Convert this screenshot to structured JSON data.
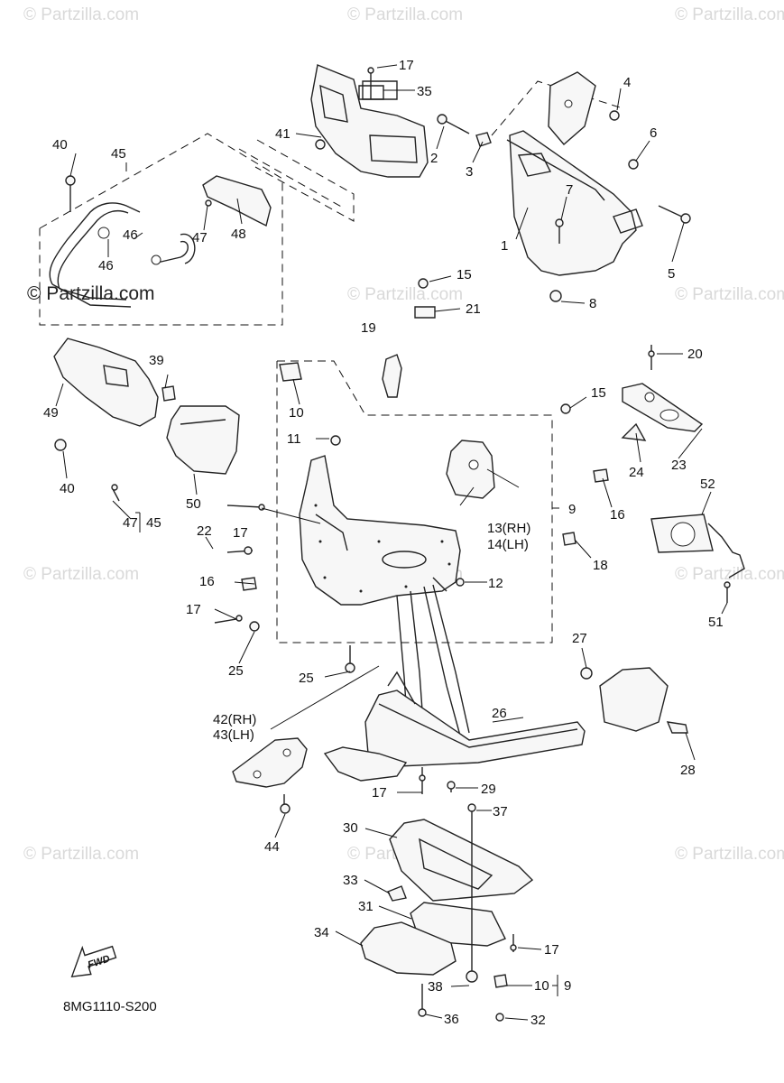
{
  "watermark": {
    "brand": "© Partzilla.com",
    "logo": "© Partzilla.com"
  },
  "diagram_code": "8MG1110-S200",
  "fwd_label": "FWD",
  "callouts": {
    "c1": "1",
    "c2": "2",
    "c3": "3",
    "c4": "4",
    "c5": "5",
    "c6": "6",
    "c7": "7",
    "c8": "8",
    "c9a": "9",
    "c9b": "9",
    "c10a": "10",
    "c10b": "10",
    "c11": "11",
    "c12": "12",
    "c13": "13(RH)",
    "c14": "14(LH)",
    "c15a": "15",
    "c15b": "15",
    "c16a": "16",
    "c16b": "16",
    "c17a": "17",
    "c17b": "17",
    "c17c": "17",
    "c17d": "17",
    "c17e": "17",
    "c18": "18",
    "c19": "19",
    "c20": "20",
    "c21": "21",
    "c22": "22",
    "c23": "23",
    "c24": "24",
    "c25a": "25",
    "c25b": "25",
    "c26": "26",
    "c27": "27",
    "c28": "28",
    "c29": "29",
    "c30": "30",
    "c31": "31",
    "c32": "32",
    "c33": "33",
    "c34": "34",
    "c35": "35",
    "c36": "36",
    "c37": "37",
    "c38": "38",
    "c39": "39",
    "c40a": "40",
    "c40b": "40",
    "c41": "41",
    "c42": "42(RH)",
    "c43": "43(LH)",
    "c44": "44",
    "c45a": "45",
    "c45b": "45",
    "c46a": "46",
    "c46b": "46",
    "c47a": "47",
    "c47b": "47",
    "c48": "48",
    "c49": "49",
    "c50": "50",
    "c51": "51",
    "c52": "52"
  }
}
